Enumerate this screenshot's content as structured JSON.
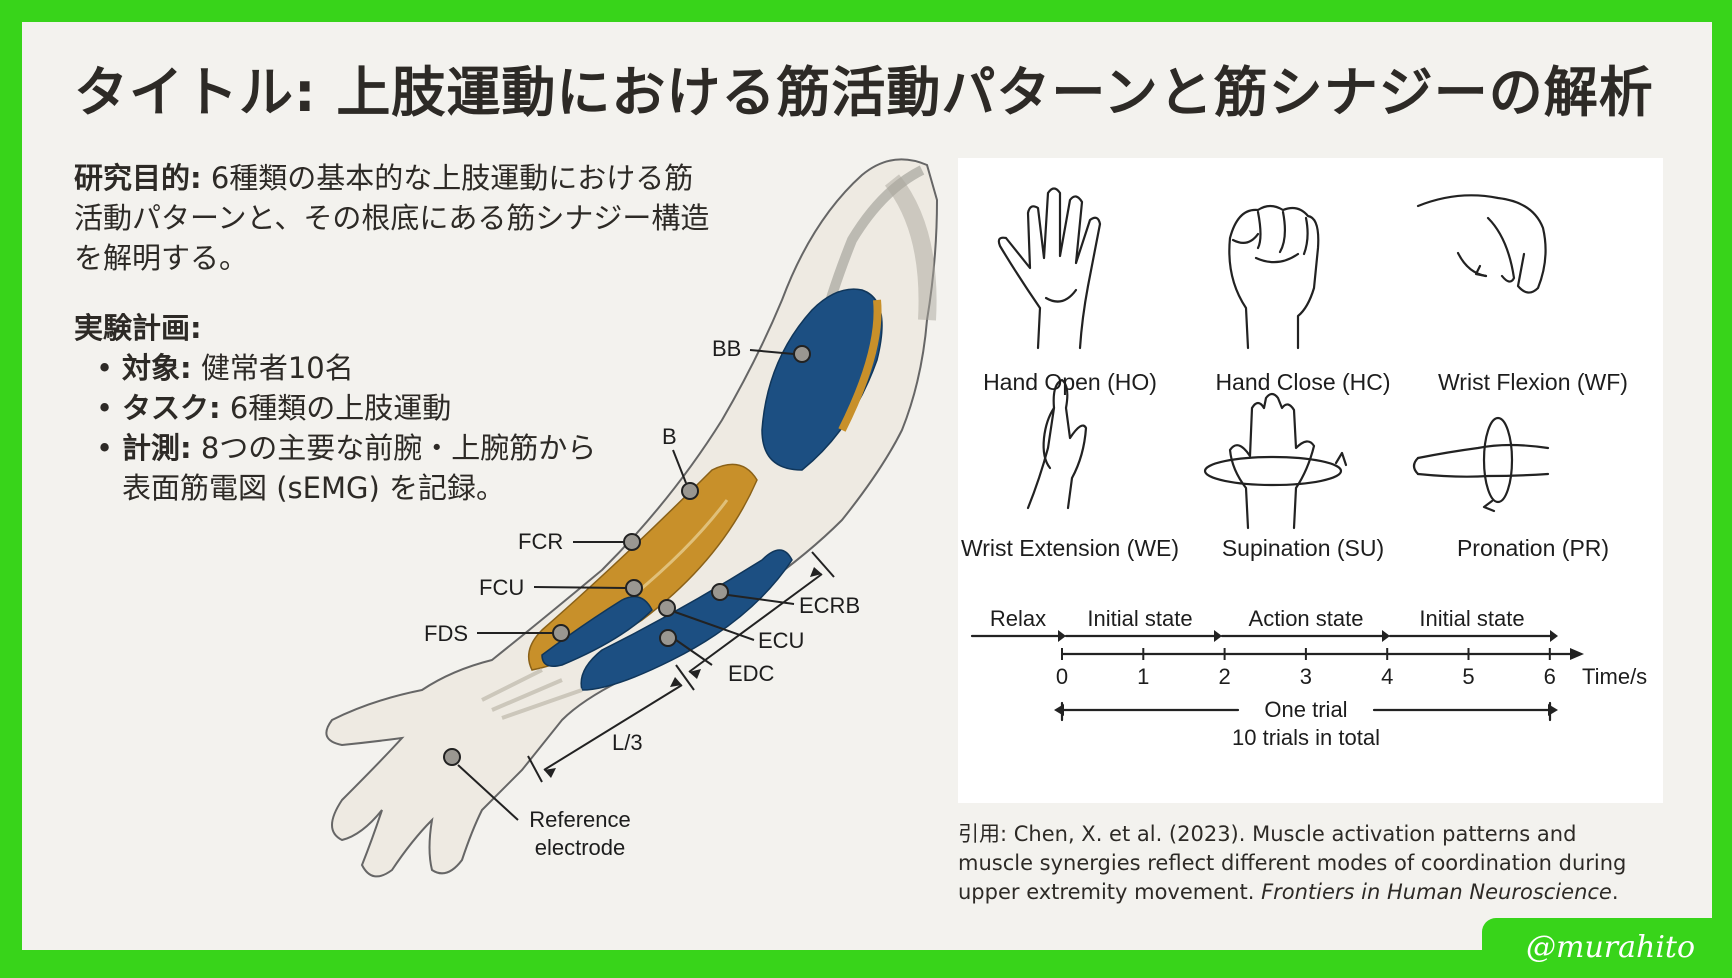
{
  "slide": {
    "title": "タイトル: 上肢運動における筋活動パターンと筋シナジーの解析",
    "purpose": {
      "label": "研究目的:",
      "text": " 6種類の基本的な上肢運動における筋活動パターンと、その根底にある筋シナジー構造を解明する。"
    },
    "plan": {
      "heading": "実験計画:",
      "items": [
        {
          "label": "対象:",
          "text": " 健常者10名"
        },
        {
          "label": "タスク:",
          "text": " 6種類の上肢運動"
        },
        {
          "label": "計測:",
          "text": " 8つの主要な前腕・上腕筋から表面筋電図 (sEMG) を記録。"
        }
      ]
    },
    "arm_labels": {
      "bb": "BB",
      "b": "B",
      "fcr": "FCR",
      "fcu": "FCU",
      "fds": "FDS",
      "ecrb": "ECRB",
      "ecu": "ECU",
      "edc": "EDC",
      "l3": "L/3",
      "ref1": "Reference",
      "ref2": "electrode"
    },
    "movements": [
      "Hand Open (HO)",
      "Hand Close (HC)",
      "Wrist Flexion (WF)",
      "Wrist Extension (WE)",
      "Supination (SU)",
      "Pronation (PR)"
    ],
    "timeline": {
      "phases": [
        "Relax",
        "Initial state",
        "Action state",
        "Initial state"
      ],
      "ticks": [
        "0",
        "1",
        "2",
        "3",
        "4",
        "5",
        "6"
      ],
      "axis_unit": "Time/s",
      "one_trial": "One trial",
      "total": "10 trials in total"
    },
    "citation": {
      "prefix": "引用: Chen, X. et al. (2023). Muscle activation patterns and muscle synergies reflect different modes of coordination during upper extremity movement. ",
      "journal": "Frontiers in Human Neuroscience",
      "suffix": "."
    },
    "watermark": "@murahito",
    "colors": {
      "frame": "#38d41a",
      "flexor_muscle": "#c8902a",
      "extensor_muscle": "#1c4f82",
      "background": "#f3f2ee"
    }
  }
}
